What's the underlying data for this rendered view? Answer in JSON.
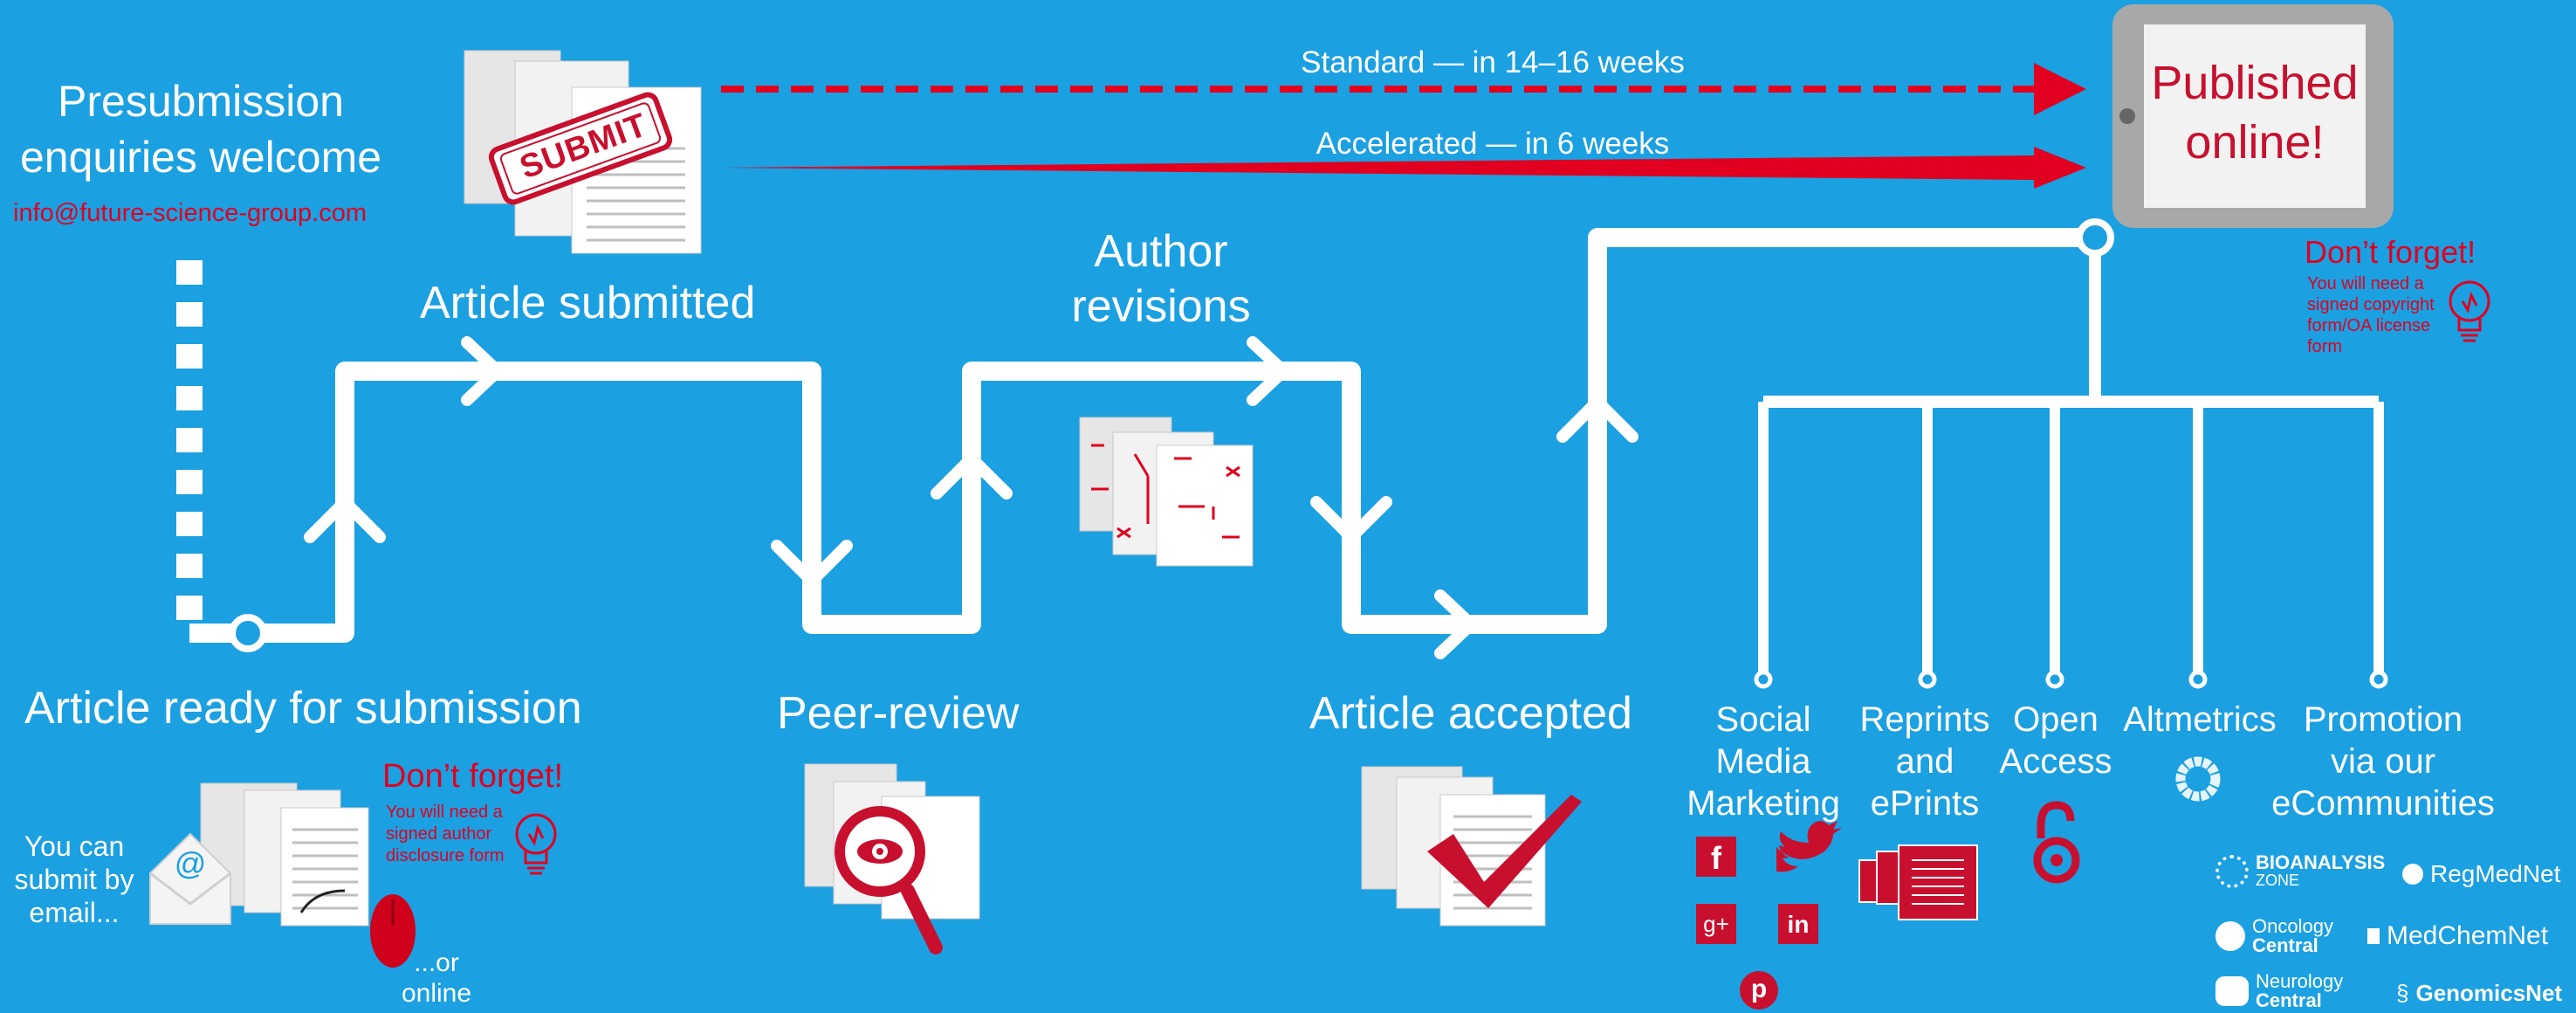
{
  "presubmission": {
    "title_line1": "Presubmission",
    "title_line2": "enquiries welcome",
    "email": "info@future-science-group.com"
  },
  "routes": {
    "standard": "Standard — in 14–16 weeks",
    "accelerated": "Accelerated — in 6 weeks"
  },
  "submit_stamp": "SUBMIT",
  "published": {
    "line1": "Published",
    "line2": "online!"
  },
  "steps": {
    "ready": "Article ready for submission",
    "submitted": "Article submitted",
    "peer_review": "Peer-review",
    "revisions_line1": "Author",
    "revisions_line2": "revisions",
    "accepted": "Article accepted"
  },
  "reminder_author": {
    "title": "Don’t forget!",
    "line1": "You will need a",
    "line2": "signed author",
    "line3": "disclosure form"
  },
  "reminder_copyright": {
    "title": "Don’t forget!",
    "line1": "You will need a",
    "line2": "signed copyright",
    "line3": "form/OA license",
    "line4": "form"
  },
  "submit_options": {
    "email_line1": "You can",
    "email_line2": "submit by",
    "email_line3": "email...",
    "online_line1": "...or",
    "online_line2": "online",
    "at_symbol": "@"
  },
  "channels": {
    "social": [
      "Social",
      "Media",
      "Marketing"
    ],
    "reprints": [
      "Reprints",
      "and",
      "ePrints"
    ],
    "open_access": [
      "Open",
      "Access"
    ],
    "altmetrics": [
      "Altmetrics"
    ],
    "promotion": [
      "Promotion",
      "via our",
      "eCommunities"
    ]
  },
  "social_icons": {
    "facebook": "f",
    "twitter": "twitter-icon",
    "googleplus": "g+",
    "linkedin": "in",
    "pinterest": "p"
  },
  "communities": {
    "bioanalysis_main": "BIOANALYSIS",
    "bioanalysis_sub": "ZONE",
    "regmednet": "RegMedNet",
    "oncology_line1": "Oncology",
    "oncology_line2": "Central",
    "medchemnet": "MedChemNet",
    "neurology_line1": "Neurology",
    "neurology_line2": "Central",
    "genomicsnet": "GenomicsNet"
  },
  "colors": {
    "background": "#1ba0e2",
    "accent": "#e1001f",
    "white": "#ffffff"
  }
}
